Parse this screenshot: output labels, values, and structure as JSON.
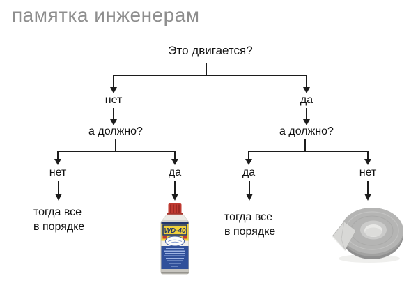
{
  "page": {
    "title": "памятка инженерам",
    "background": "#ffffff",
    "title_color": "#8e8e8e",
    "line_color": "#1c1c1c",
    "text_color": "#111111"
  },
  "flowchart": {
    "root_question": "Это двигается?",
    "left_branch": {
      "answer": "нет",
      "question": "а должно?",
      "no_leaf": {
        "answer": "нет",
        "result_line1": "тогда все",
        "result_line2": "в порядке"
      },
      "yes_leaf": {
        "answer": "да",
        "result_icon": "wd40-spray-can"
      }
    },
    "right_branch": {
      "answer": "да",
      "question": "а должно?",
      "yes_leaf": {
        "answer": "да",
        "result_line1": "тогда все",
        "result_line2": "в порядке"
      },
      "no_leaf": {
        "answer": "нет",
        "result_icon": "duct-tape-roll"
      }
    }
  },
  "images": {
    "wd40": {
      "name": "wd40-spray-can",
      "brand": "WD-40",
      "cap_color": "#bf3a31",
      "panel_color": "#f1d13b",
      "logo_color": "#22376b",
      "body_color": "#30509a"
    },
    "tape": {
      "name": "duct-tape-roll",
      "color": "#b5b5b4"
    }
  }
}
